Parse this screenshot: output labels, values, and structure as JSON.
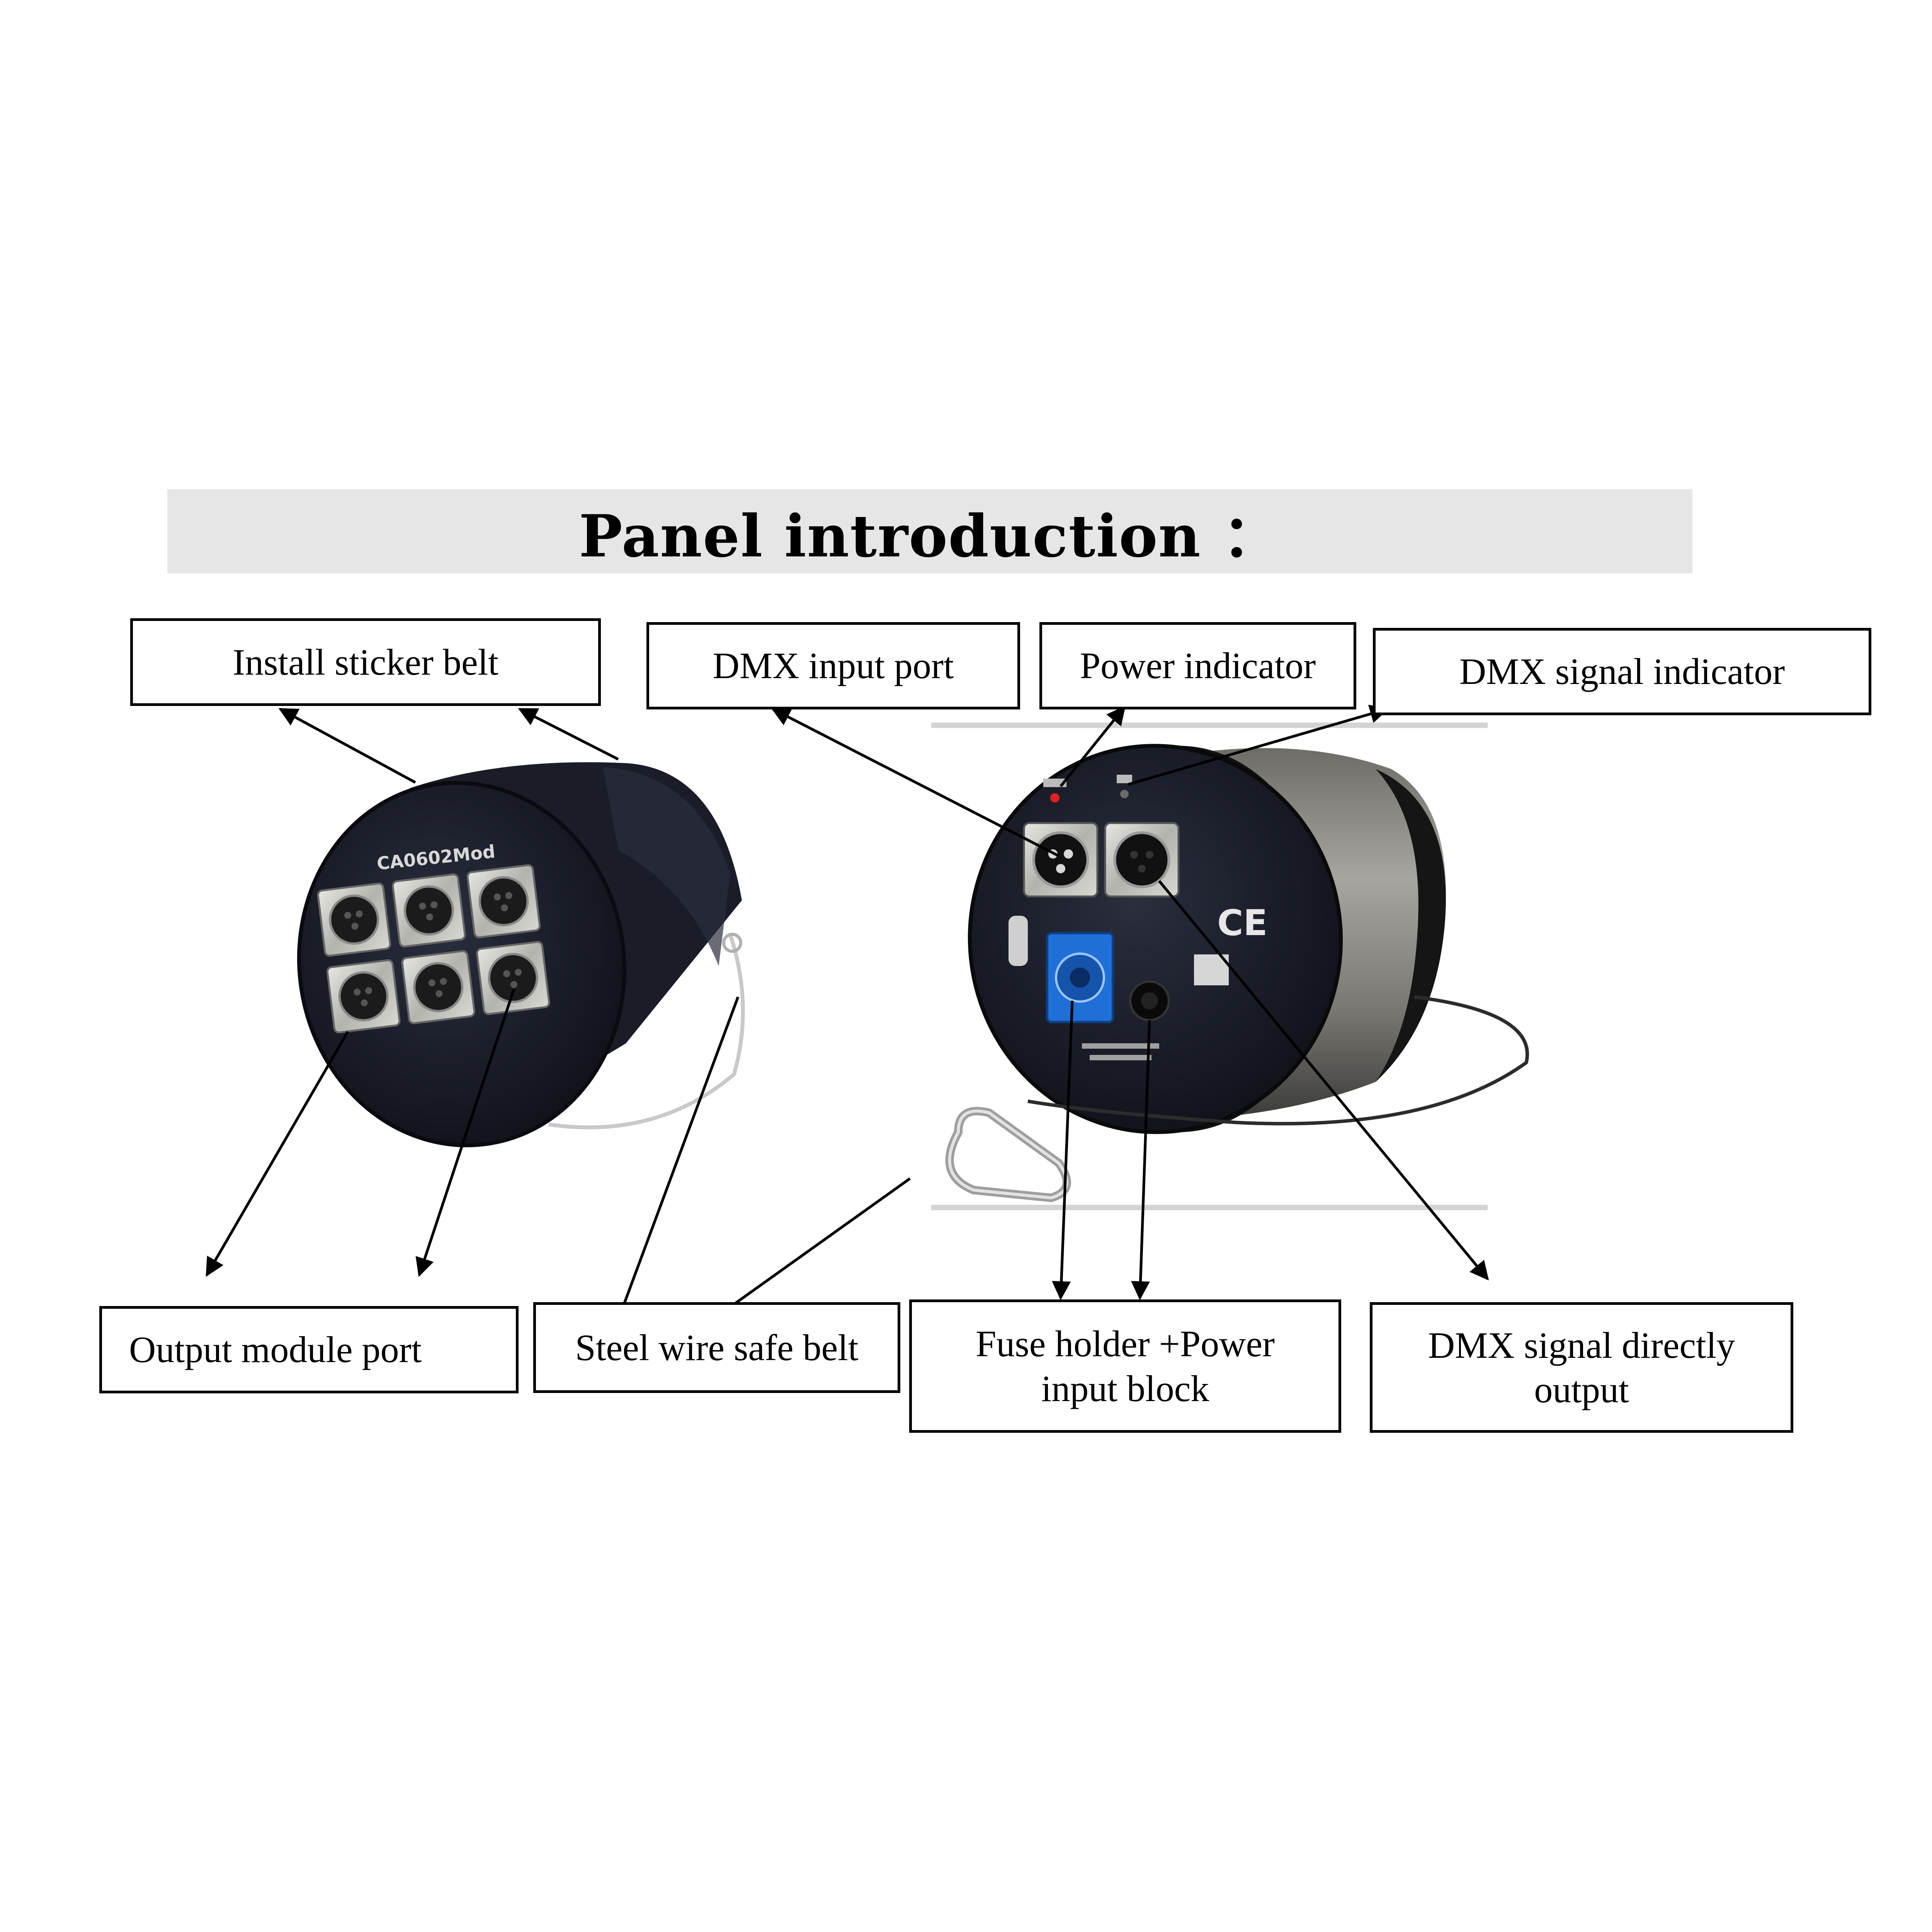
{
  "title": {
    "text": "Panel introduction ："
  },
  "device_left": {
    "model_text": "CA0602Mod"
  },
  "device_right": {
    "ce_mark": "CE"
  },
  "labels": {
    "install_sticker_belt": "Install sticker belt",
    "dmx_input_port": "DMX input port",
    "power_indicator": "Power indicator",
    "dmx_signal_indicator": "DMX signal indicator",
    "output_module_port": "Output module port",
    "steel_wire_safe_belt": "Steel wire safe belt",
    "fuse_holder_line1": "Fuse holder +Power",
    "fuse_holder_line2": "input block",
    "dmx_direct_output_line1": "DMX signal directly",
    "dmx_direct_output_line2": "output"
  },
  "colors": {
    "title_bg": "#e6e6e6",
    "device_body": "#1c1f2b",
    "device_grey": "#8c8c88",
    "connector_metal": "#c8c8c4",
    "power_connector_blue": "#1f6fd6",
    "indicator_red": "#e02020"
  }
}
